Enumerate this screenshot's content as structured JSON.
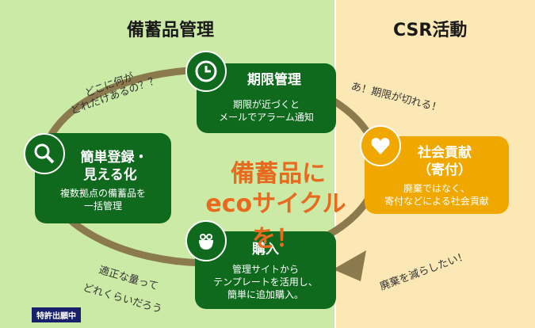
{
  "headings": {
    "left": "備蓄品管理",
    "right": "CSR活動"
  },
  "boxes": {
    "deadline": {
      "title": "期限管理",
      "desc1": "期限が近づくと",
      "desc2": "メールでアラーム通知"
    },
    "register": {
      "title1": "簡単登録・",
      "title2": "見える化",
      "desc1": "複数拠点の備蓄品を",
      "desc2": "一括管理"
    },
    "purchase": {
      "title": "購入",
      "desc1": "管理サイトから",
      "desc2": "テンプレートを活用し、",
      "desc3": "簡単に追加購入。"
    },
    "csr": {
      "title1": "社会貢献",
      "title2": "（寄付）",
      "desc1": "廃棄ではなく、",
      "desc2": "寄付などによる社会貢献"
    }
  },
  "notes": {
    "where1": "どこに何が",
    "where2": "どれだけあるの？？",
    "expired": "あ！期限が切れる！",
    "reduce": "廃棄を減らしたい！",
    "amount1": "適正な量って",
    "amount2": "どれくらいだろう"
  },
  "center": {
    "line1": "備蓄品に",
    "line2": "ecoサイクルを！"
  },
  "patent": "特許出願中",
  "icons": {
    "deadline": "clock-icon",
    "register": "magnifier-icon",
    "purchase": "purse-icon",
    "csr": "heart-icon"
  },
  "colors": {
    "green_panel": "#cbeaa6",
    "orange_panel": "#fce8b4",
    "box_green": "#0f6a1e",
    "box_orange": "#f0a800",
    "cycle_arrow": "#8a7a4e",
    "center_text": "#e86a1e",
    "patent_badge": "#17206b"
  }
}
